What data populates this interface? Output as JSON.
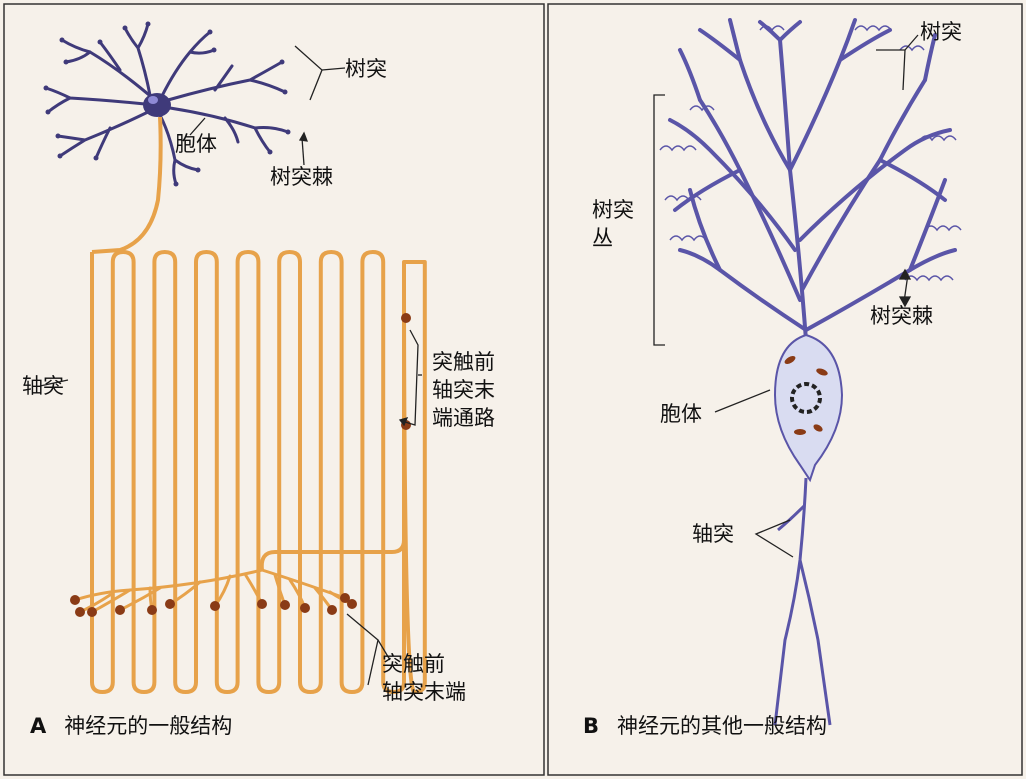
{
  "panel_a": {
    "caption_letter": "A",
    "caption": "神经元的一般结构",
    "labels": {
      "dendrite": "树突",
      "soma": "胞体",
      "spine": "树突棘",
      "axon": "轴突",
      "presynaptic_pathway": "突触前\n轴突末\n端通路",
      "presynaptic_terminal": "突触前\n轴突末端"
    }
  },
  "panel_b": {
    "caption_letter": "B",
    "caption": "神经元的其他一般结构",
    "labels": {
      "dendrite": "树突",
      "dendritic_tuft": "树突\n丛",
      "spine": "树突棘",
      "soma": "胞体",
      "axon": "轴突"
    }
  },
  "colors": {
    "background": "#f6f1ea",
    "neuron_a": "#3f3a7a",
    "axon_a": "#e7a24a",
    "bouton": "#8a3b16",
    "neuron_b_fill": "#d9dcf1",
    "neuron_b_stroke": "#5a55a8",
    "frame": "#333333"
  }
}
